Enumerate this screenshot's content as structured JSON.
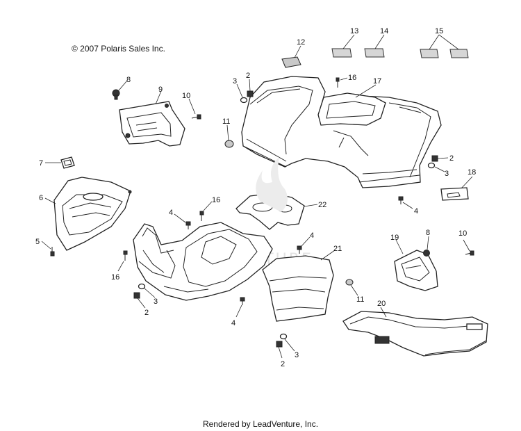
{
  "copyright": "© 2007 Polaris Sales Inc.",
  "footer": "Rendered by LeadVenture, Inc.",
  "watermark": "LEADVENTURE",
  "callouts": {
    "c13": "13",
    "c14": "14",
    "c15": "15",
    "c12": "12",
    "c8a": "8",
    "c9": "9",
    "c10a": "10",
    "c3a": "3",
    "c2a": "2",
    "c16a": "16",
    "c17": "17",
    "c11a": "11",
    "c2b": "2",
    "c3b": "3",
    "c18": "18",
    "c4a": "4",
    "c7": "7",
    "c6": "6",
    "c5": "5",
    "c4b": "4",
    "c16b": "16",
    "c22": "22",
    "c4c": "4",
    "c21": "21",
    "c19": "19",
    "c8b": "8",
    "c10b": "10",
    "c16c": "16",
    "c3c": "3",
    "c2c": "2",
    "c4d": "4",
    "c11b": "11",
    "c20": "20",
    "c2d": "2",
    "c3d": "3"
  }
}
